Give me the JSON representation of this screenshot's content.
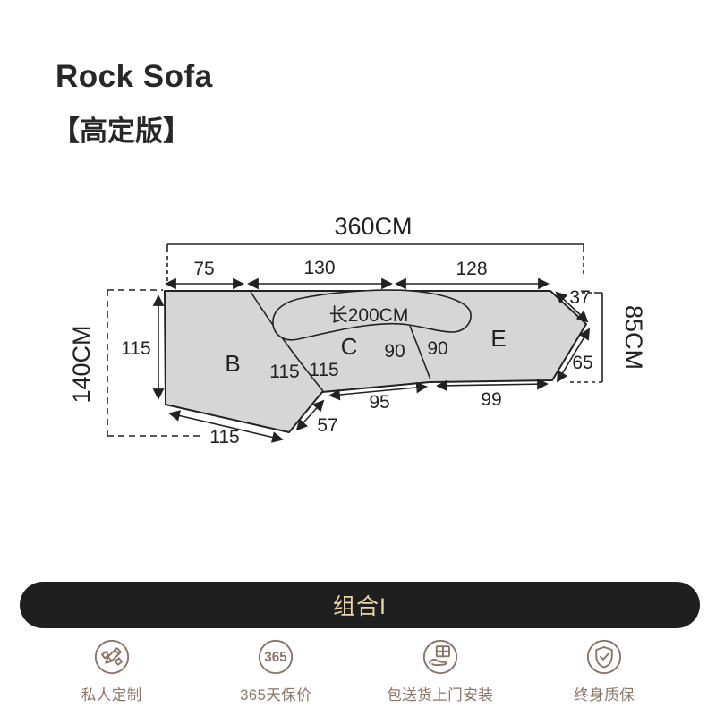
{
  "header": {
    "title": "Rock Sofa",
    "edition": "【高定版】"
  },
  "diagram": {
    "sections": {
      "b": "B",
      "c": "C",
      "e": "E"
    },
    "cushion_label": "长200CM",
    "dims": {
      "total_width": "360CM",
      "seg_a": "75",
      "seg_b": "130",
      "seg_c": "128",
      "height_left": "140CM",
      "height_right": "85CM",
      "left_inner": "115",
      "bottom_left": "115",
      "diag_left": "57",
      "seat_c": "95",
      "seat_e": "99",
      "edge_top_right": "37",
      "edge_bottom_right": "65",
      "inner_115_left": "115",
      "inner_115_right": "115",
      "inner_90_left": "90",
      "inner_90_right": "90"
    },
    "colors": {
      "fill": "#d6d6d6",
      "line": "#222222"
    }
  },
  "combo": {
    "label": "组合I",
    "bg": "#1f1f1f",
    "text_color": "#e9d6a8"
  },
  "features": [
    {
      "label": "私人定制",
      "icon": "pencil-ruler-icon"
    },
    {
      "label": "365天保价",
      "icon": "badge-365-icon",
      "badge": "365"
    },
    {
      "label": "包送货上门安装",
      "icon": "delivery-hand-icon"
    },
    {
      "label": "终身质保",
      "icon": "shield-check-icon"
    }
  ]
}
